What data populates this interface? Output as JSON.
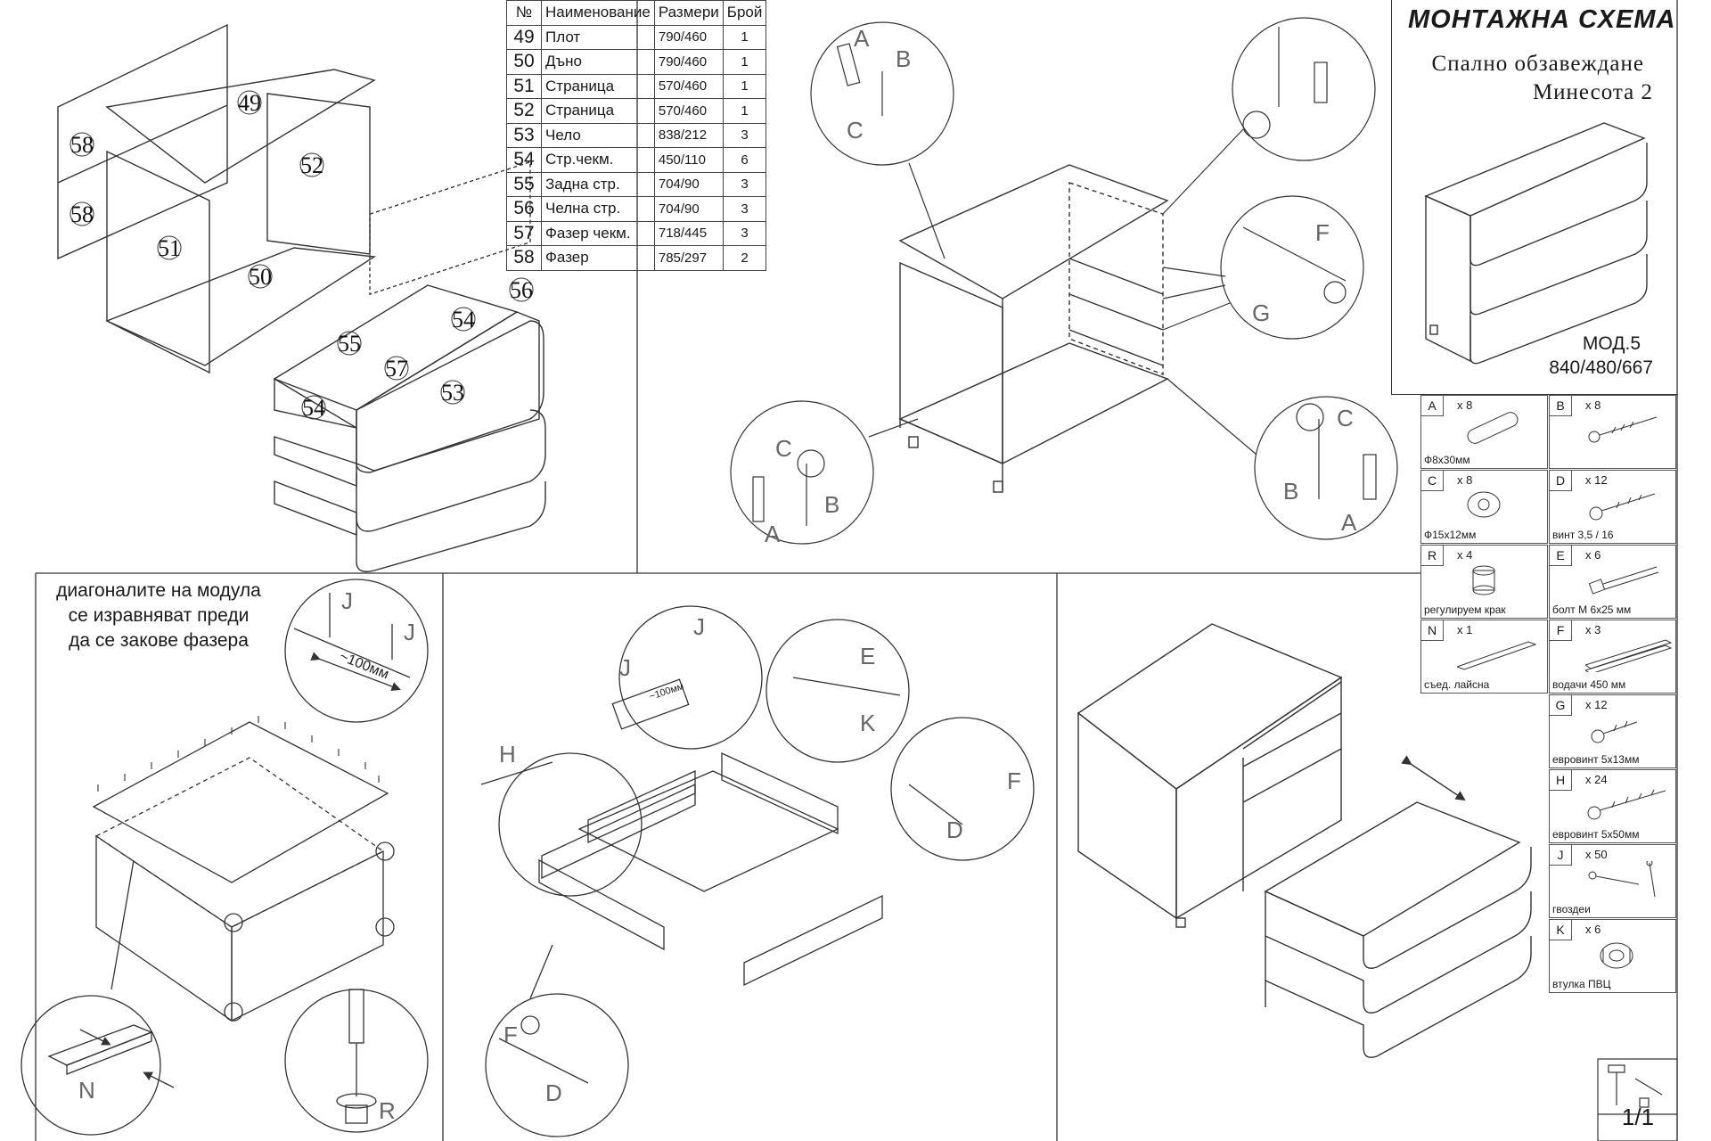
{
  "title": {
    "main": "МОНТАЖНА СХЕМА",
    "line1": "Спално обзавеждане",
    "line2": "Минесота 2",
    "module": "МОД.5",
    "dimensions": "840/480/667"
  },
  "parts_table": {
    "headers": [
      "№",
      "Наименование",
      "Размери",
      "Брой"
    ],
    "rows": [
      {
        "no": "49",
        "name": "Плот",
        "size": "790/460",
        "qty": "1"
      },
      {
        "no": "50",
        "name": "Дъно",
        "size": "790/460",
        "qty": "1"
      },
      {
        "no": "51",
        "name": "Страница",
        "size": "570/460",
        "qty": "1"
      },
      {
        "no": "52",
        "name": "Страница",
        "size": "570/460",
        "qty": "1"
      },
      {
        "no": "53",
        "name": "Чело",
        "size": "838/212",
        "qty": "3"
      },
      {
        "no": "54",
        "name": "Стр.чекм.",
        "size": "450/110",
        "qty": "6"
      },
      {
        "no": "55",
        "name": "Задна стр.",
        "size": "704/90",
        "qty": "3"
      },
      {
        "no": "56",
        "name": "Челна стр.",
        "size": "704/90",
        "qty": "3"
      },
      {
        "no": "57",
        "name": "Фазер чекм.",
        "size": "718/445",
        "qty": "3"
      },
      {
        "no": "58",
        "name": "Фазер",
        "size": "785/297",
        "qty": "2"
      }
    ]
  },
  "hardware": [
    {
      "letter": "A",
      "count": "x 8",
      "desc": "Ф8х30мм",
      "icon": "dowel-icon"
    },
    {
      "letter": "B",
      "count": "x 8",
      "desc": "",
      "icon": "cam-bolt-icon"
    },
    {
      "letter": "C",
      "count": "x 8",
      "desc": "Ф15х12мм",
      "icon": "cam-lock-icon"
    },
    {
      "letter": "D",
      "count": "x 12",
      "desc": "винт 3,5 / 16",
      "icon": "wood-screw-icon"
    },
    {
      "letter": "R",
      "count": "x 4",
      "desc": "регулируем крак",
      "icon": "adjustable-foot-icon"
    },
    {
      "letter": "E",
      "count": "x 6",
      "desc": "болт М 6х25 мм",
      "icon": "bolt-icon"
    },
    {
      "letter": "N",
      "count": "x 1",
      "desc": "съед. лайсна",
      "icon": "joining-strip-icon"
    },
    {
      "letter": "F",
      "count": "x 3",
      "desc": "водачи 450 мм",
      "icon": "drawer-slide-icon"
    },
    {
      "letter": "G",
      "count": "x 12",
      "desc": "евровинт 5х13мм",
      "icon": "euro-screw-short-icon"
    },
    {
      "letter": "H",
      "count": "x 24",
      "desc": "евровинт 5х50мм",
      "icon": "euro-screw-long-icon"
    },
    {
      "letter": "J",
      "count": "x 50",
      "desc": "гвоздеи",
      "icon": "nail-icon"
    },
    {
      "letter": "K",
      "count": "x 6",
      "desc": "втулка ПВЦ",
      "icon": "pvc-sleeve-icon"
    }
  ],
  "note": {
    "line1": "диагоналите на модула",
    "line2": "се изравняват преди",
    "line3": "да се закове фазера"
  },
  "dimension_label": "~100мм",
  "dimension_label_small": "~100мм",
  "page": "1/1",
  "callouts": {
    "A": "A",
    "B": "B",
    "C": "C",
    "D": "D",
    "E": "E",
    "F": "F",
    "G": "G",
    "H": "H",
    "J": "J",
    "K": "K",
    "N": "N",
    "R": "R"
  },
  "part_labels": {
    "p49": "49",
    "p50": "50",
    "p51": "51",
    "p52": "52",
    "p53": "53",
    "p54": "54",
    "p55": "55",
    "p56": "56",
    "p57": "57",
    "p58": "58"
  }
}
